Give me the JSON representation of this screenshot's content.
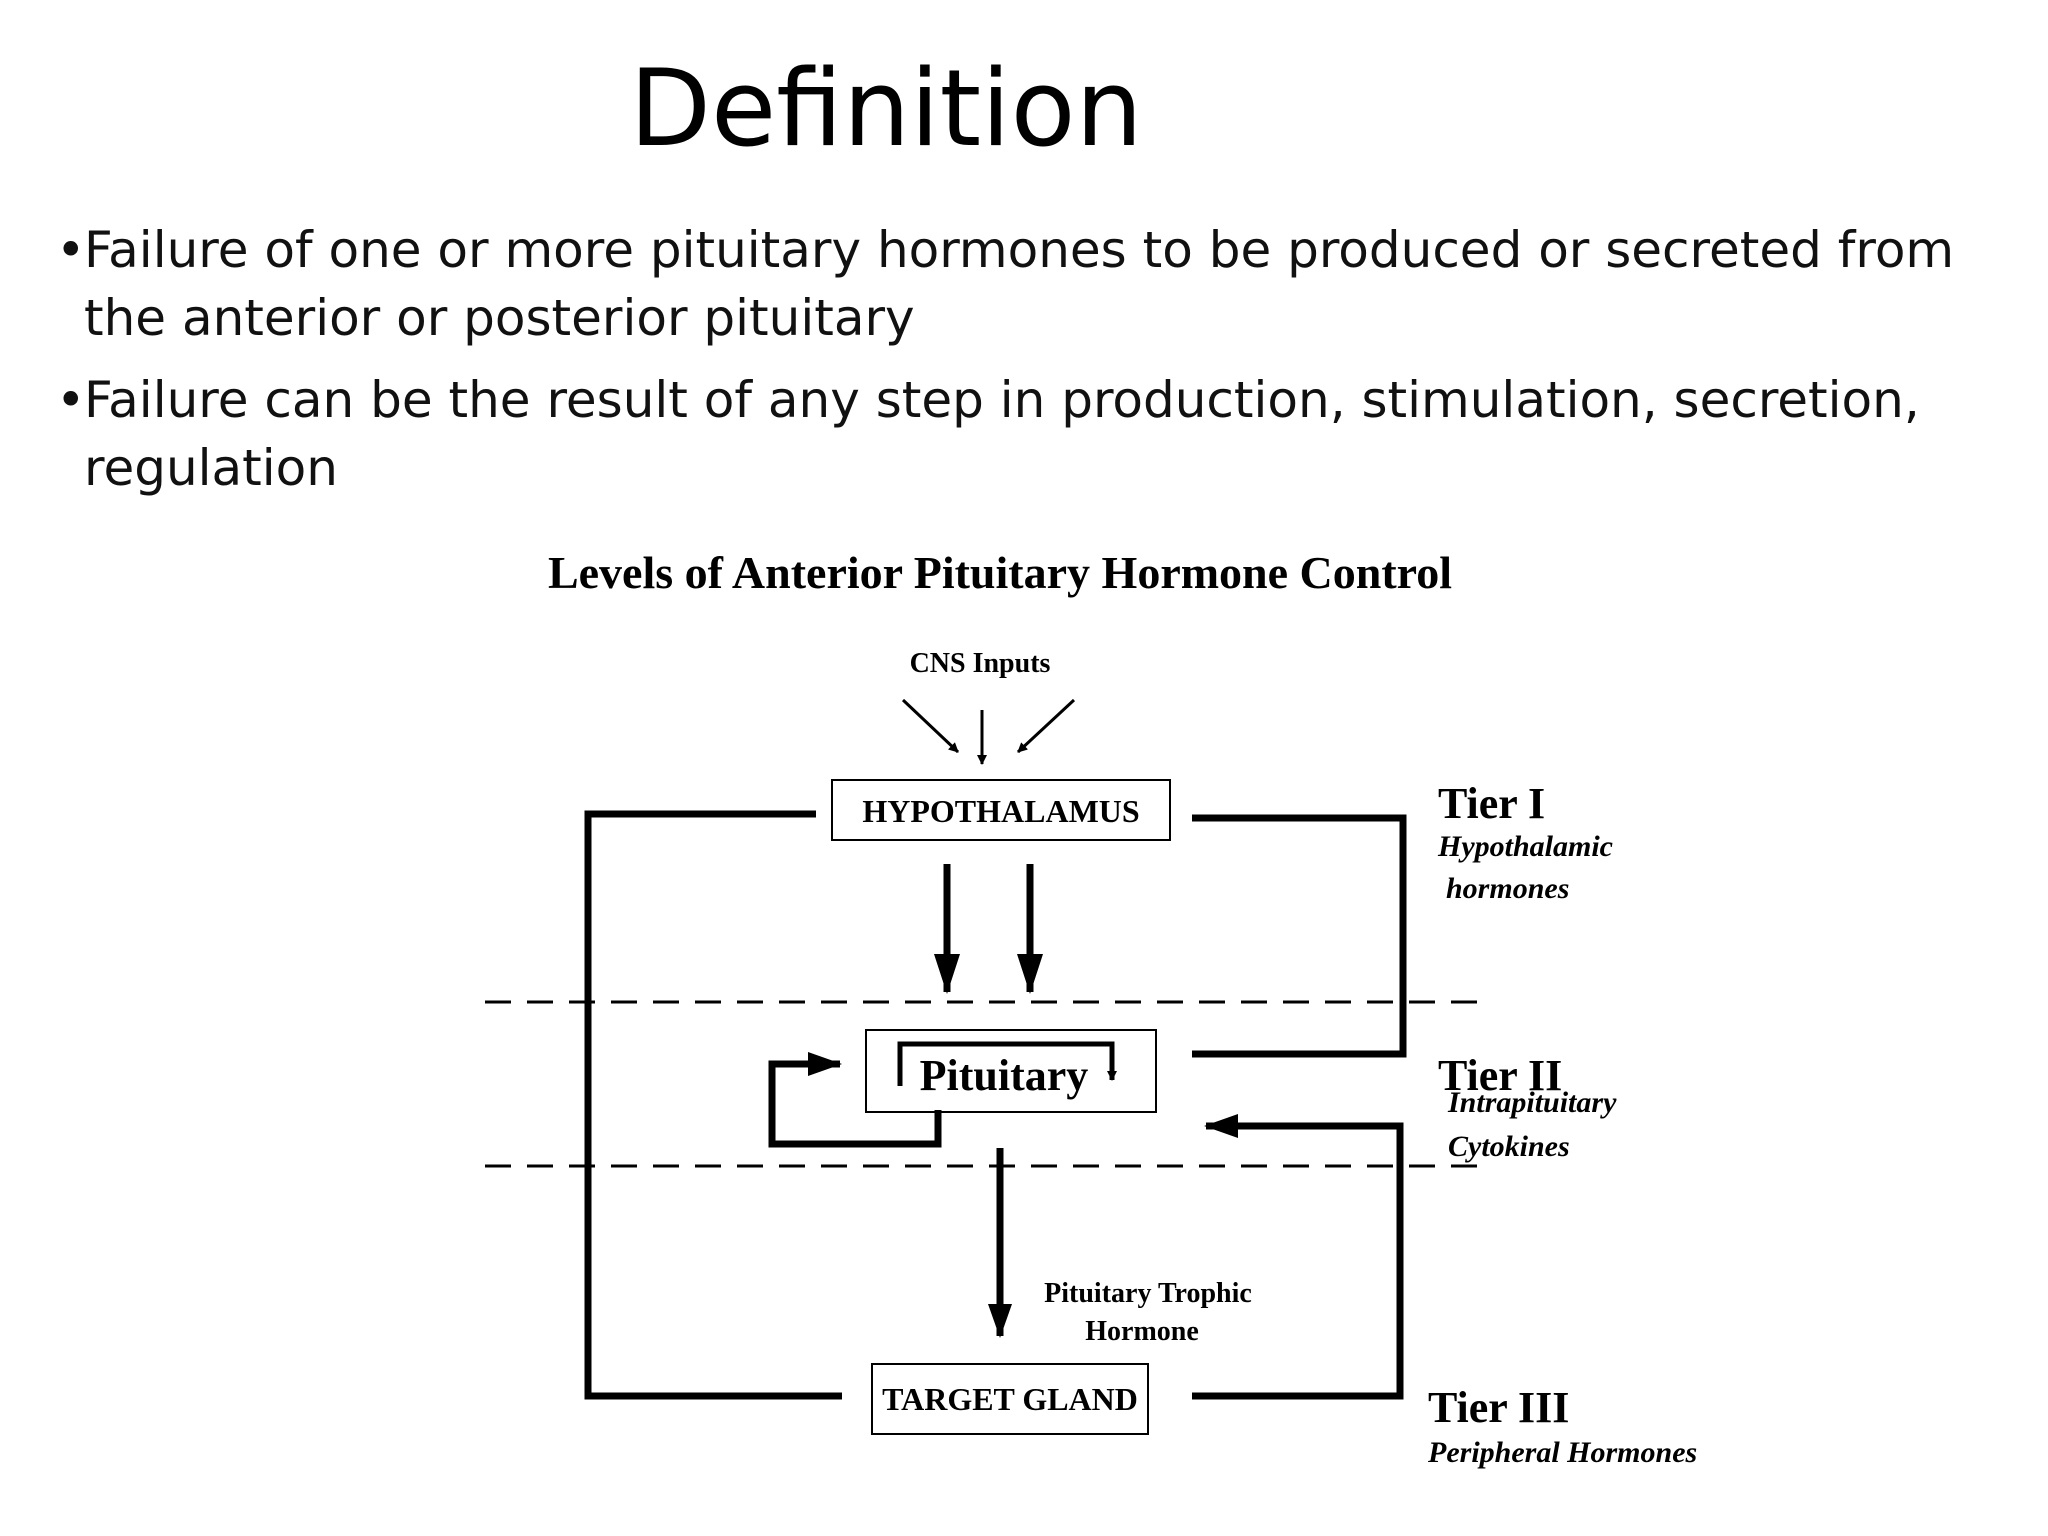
{
  "slide": {
    "title": "Definition",
    "bullets": [
      "Failure of one or more pituitary hormones to be produced or secreted from the anterior or posterior pituitary",
      "Failure can be the result of any step in production, stimulation, secretion, regulation"
    ],
    "bullet_glyph": "•"
  },
  "diagram": {
    "title": "Levels of Anterior Pituitary Hormone Control",
    "cns_inputs": "CNS Inputs",
    "hypothalamus": "HYPOTHALAMUS",
    "pituitary": "Pituitary",
    "target_gland": "TARGET GLAND",
    "trophic_line1": "Pituitary Trophic",
    "trophic_line2": "Hormone",
    "tier1": {
      "label": "Tier I",
      "sub1": "Hypothalamic",
      "sub2": "hormones"
    },
    "tier2": {
      "label": "Tier II",
      "sub1": "Intrapituitary",
      "sub2": "Cytokines"
    },
    "tier3": {
      "label": "Tier III",
      "sub1": "Peripheral Hormones"
    }
  }
}
